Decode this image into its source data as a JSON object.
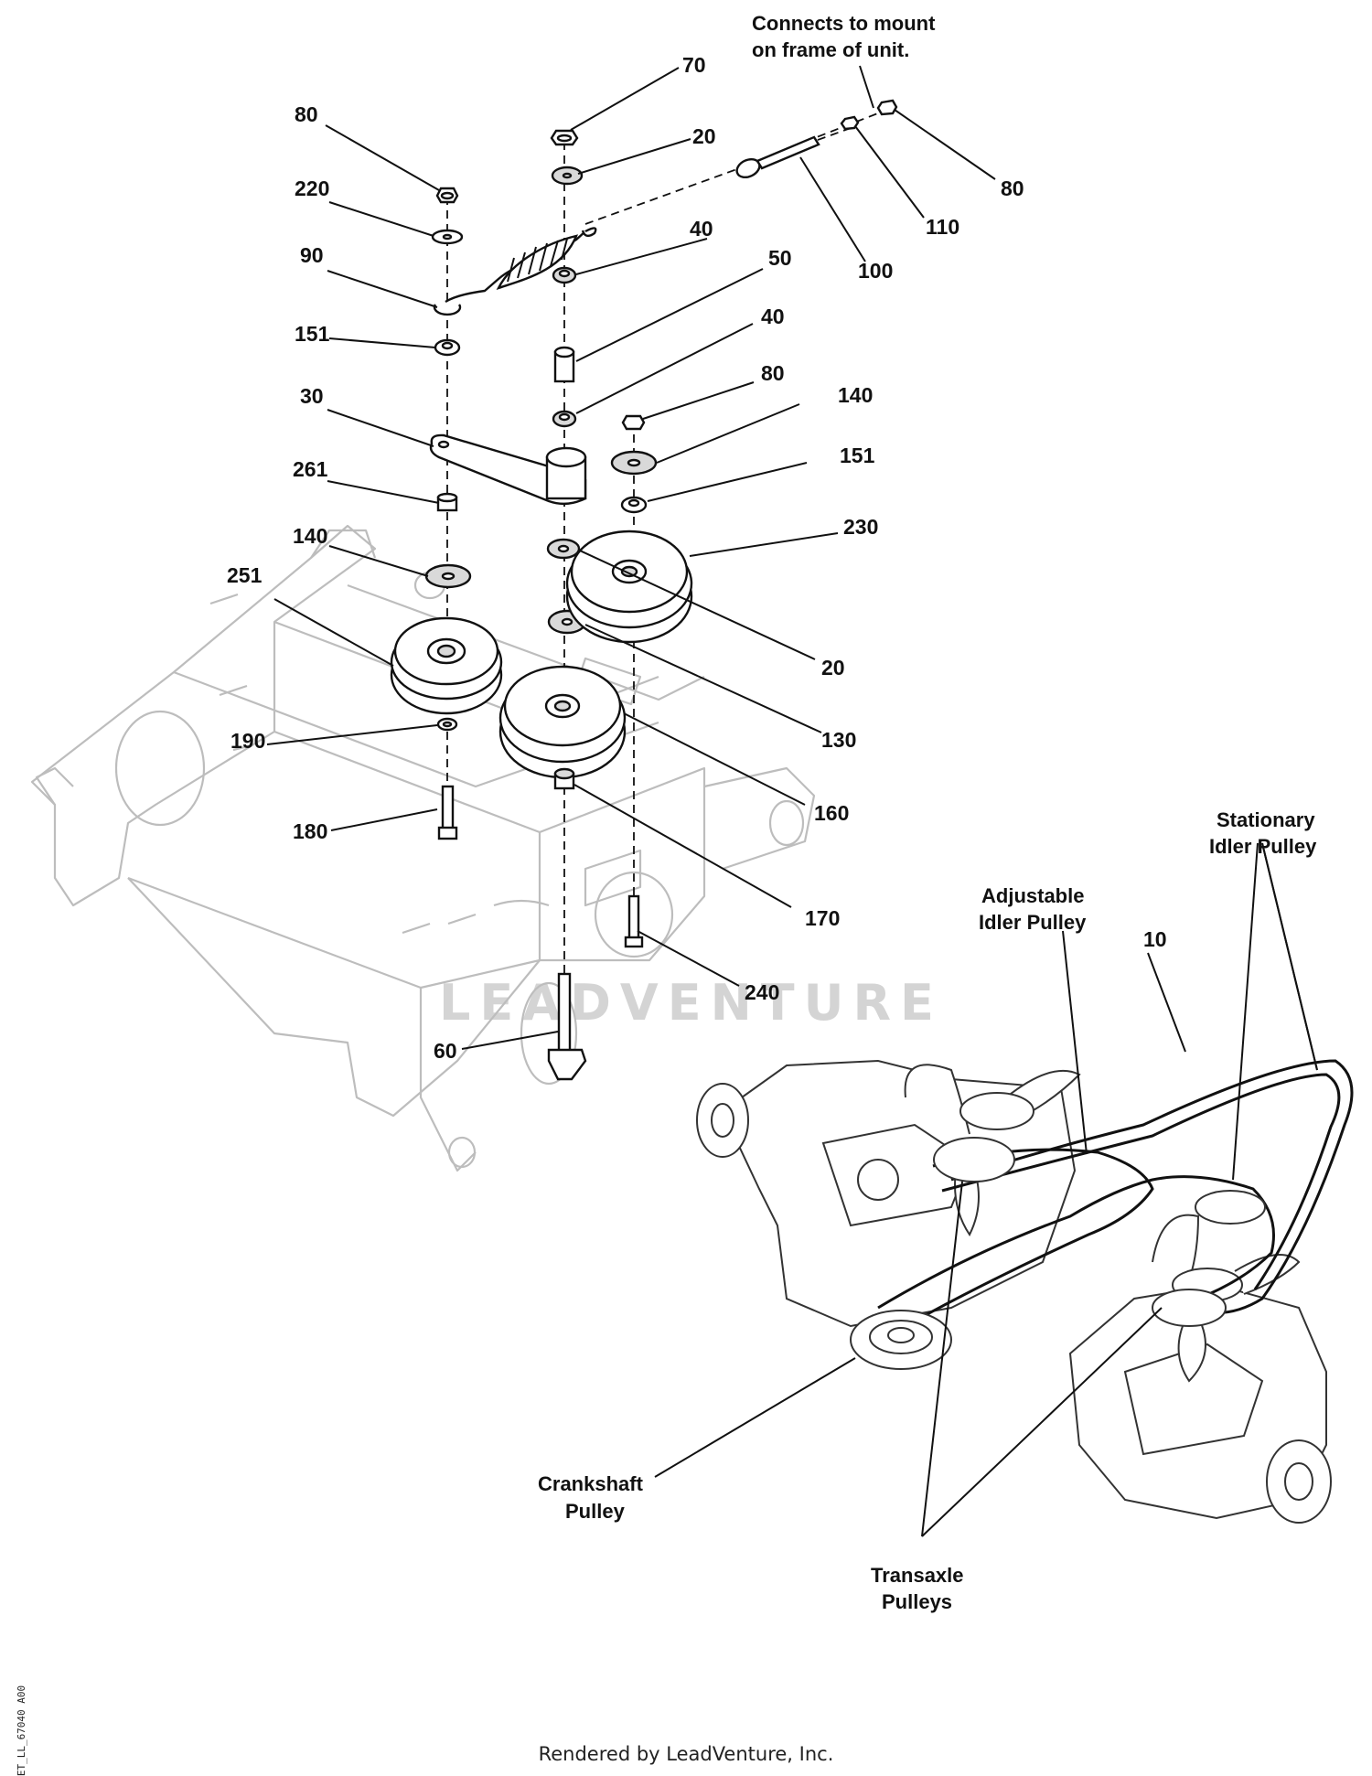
{
  "callouts": [
    {
      "id": "c70",
      "text": "70"
    },
    {
      "id": "c20a",
      "text": "20"
    },
    {
      "id": "c80a",
      "text": "80"
    },
    {
      "id": "c220",
      "text": "220"
    },
    {
      "id": "c90",
      "text": "90"
    },
    {
      "id": "c151a",
      "text": "151"
    },
    {
      "id": "c30",
      "text": "30"
    },
    {
      "id": "c261",
      "text": "261"
    },
    {
      "id": "c140a",
      "text": "140"
    },
    {
      "id": "c251",
      "text": "251"
    },
    {
      "id": "c190",
      "text": "190"
    },
    {
      "id": "c180",
      "text": "180"
    },
    {
      "id": "c60",
      "text": "60"
    },
    {
      "id": "c40a",
      "text": "40"
    },
    {
      "id": "c50",
      "text": "50"
    },
    {
      "id": "c40b",
      "text": "40"
    },
    {
      "id": "c80b",
      "text": "80"
    },
    {
      "id": "c140b",
      "text": "140"
    },
    {
      "id": "c151b",
      "text": "151"
    },
    {
      "id": "c230",
      "text": "230"
    },
    {
      "id": "c20b",
      "text": "20"
    },
    {
      "id": "c130",
      "text": "130"
    },
    {
      "id": "c160",
      "text": "160"
    },
    {
      "id": "c170",
      "text": "170"
    },
    {
      "id": "c240",
      "text": "240"
    },
    {
      "id": "c100",
      "text": "100"
    },
    {
      "id": "c110",
      "text": "110"
    },
    {
      "id": "c80c",
      "text": "80"
    },
    {
      "id": "c10",
      "text": "10"
    }
  ],
  "annotations": {
    "connects_line1": "Connects to mount",
    "connects_line2": "on frame of unit.",
    "stationary_line1": "Stationary",
    "stationary_line2": "Idler Pulley",
    "adjustable_line1": "Adjustable",
    "adjustable_line2": "Idler Pulley",
    "crankshaft_line1": "Crankshaft",
    "crankshaft_line2": "Pulley",
    "transaxle_line1": "Transaxle",
    "transaxle_line2": "Pulleys"
  },
  "watermark": "LEADVENTURE",
  "footer": "Rendered by LeadVenture, Inc.",
  "side_code": "ET_LL_67040 A00"
}
